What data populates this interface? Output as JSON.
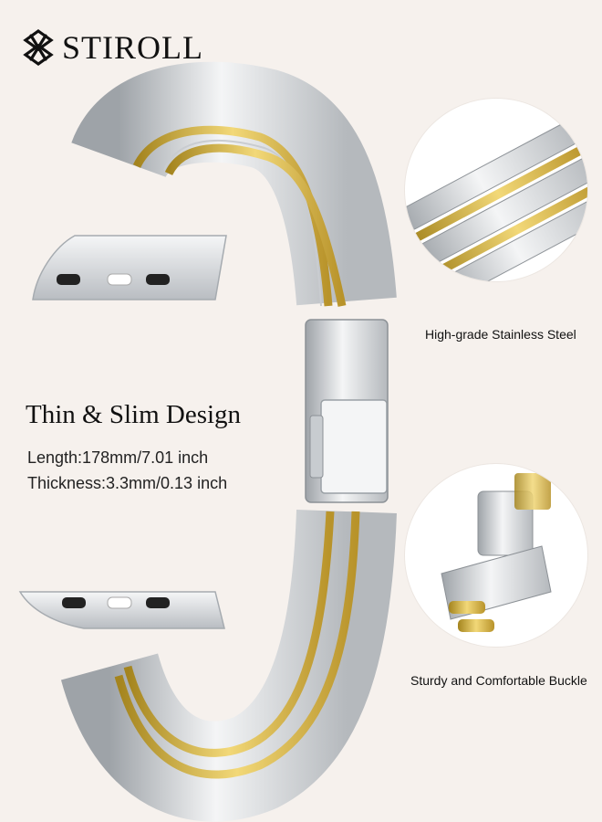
{
  "brand": {
    "name": "STIROLL",
    "logo_icon": "interlocking-knot-icon"
  },
  "headline": "Thin & Slim Design",
  "specs": {
    "length": "Length:178mm/7.01 inch",
    "thickness": "Thickness:3.3mm/0.13 inch"
  },
  "features": [
    {
      "label": "High-grade Stainless Steel",
      "icon": "steel-links-closeup"
    },
    {
      "label": "Sturdy and Comfortable Buckle",
      "icon": "buckle-closeup"
    }
  ],
  "colors": {
    "silver": "#d9dcdf",
    "gold": "#d8b640",
    "background": "#f6f1ed"
  }
}
